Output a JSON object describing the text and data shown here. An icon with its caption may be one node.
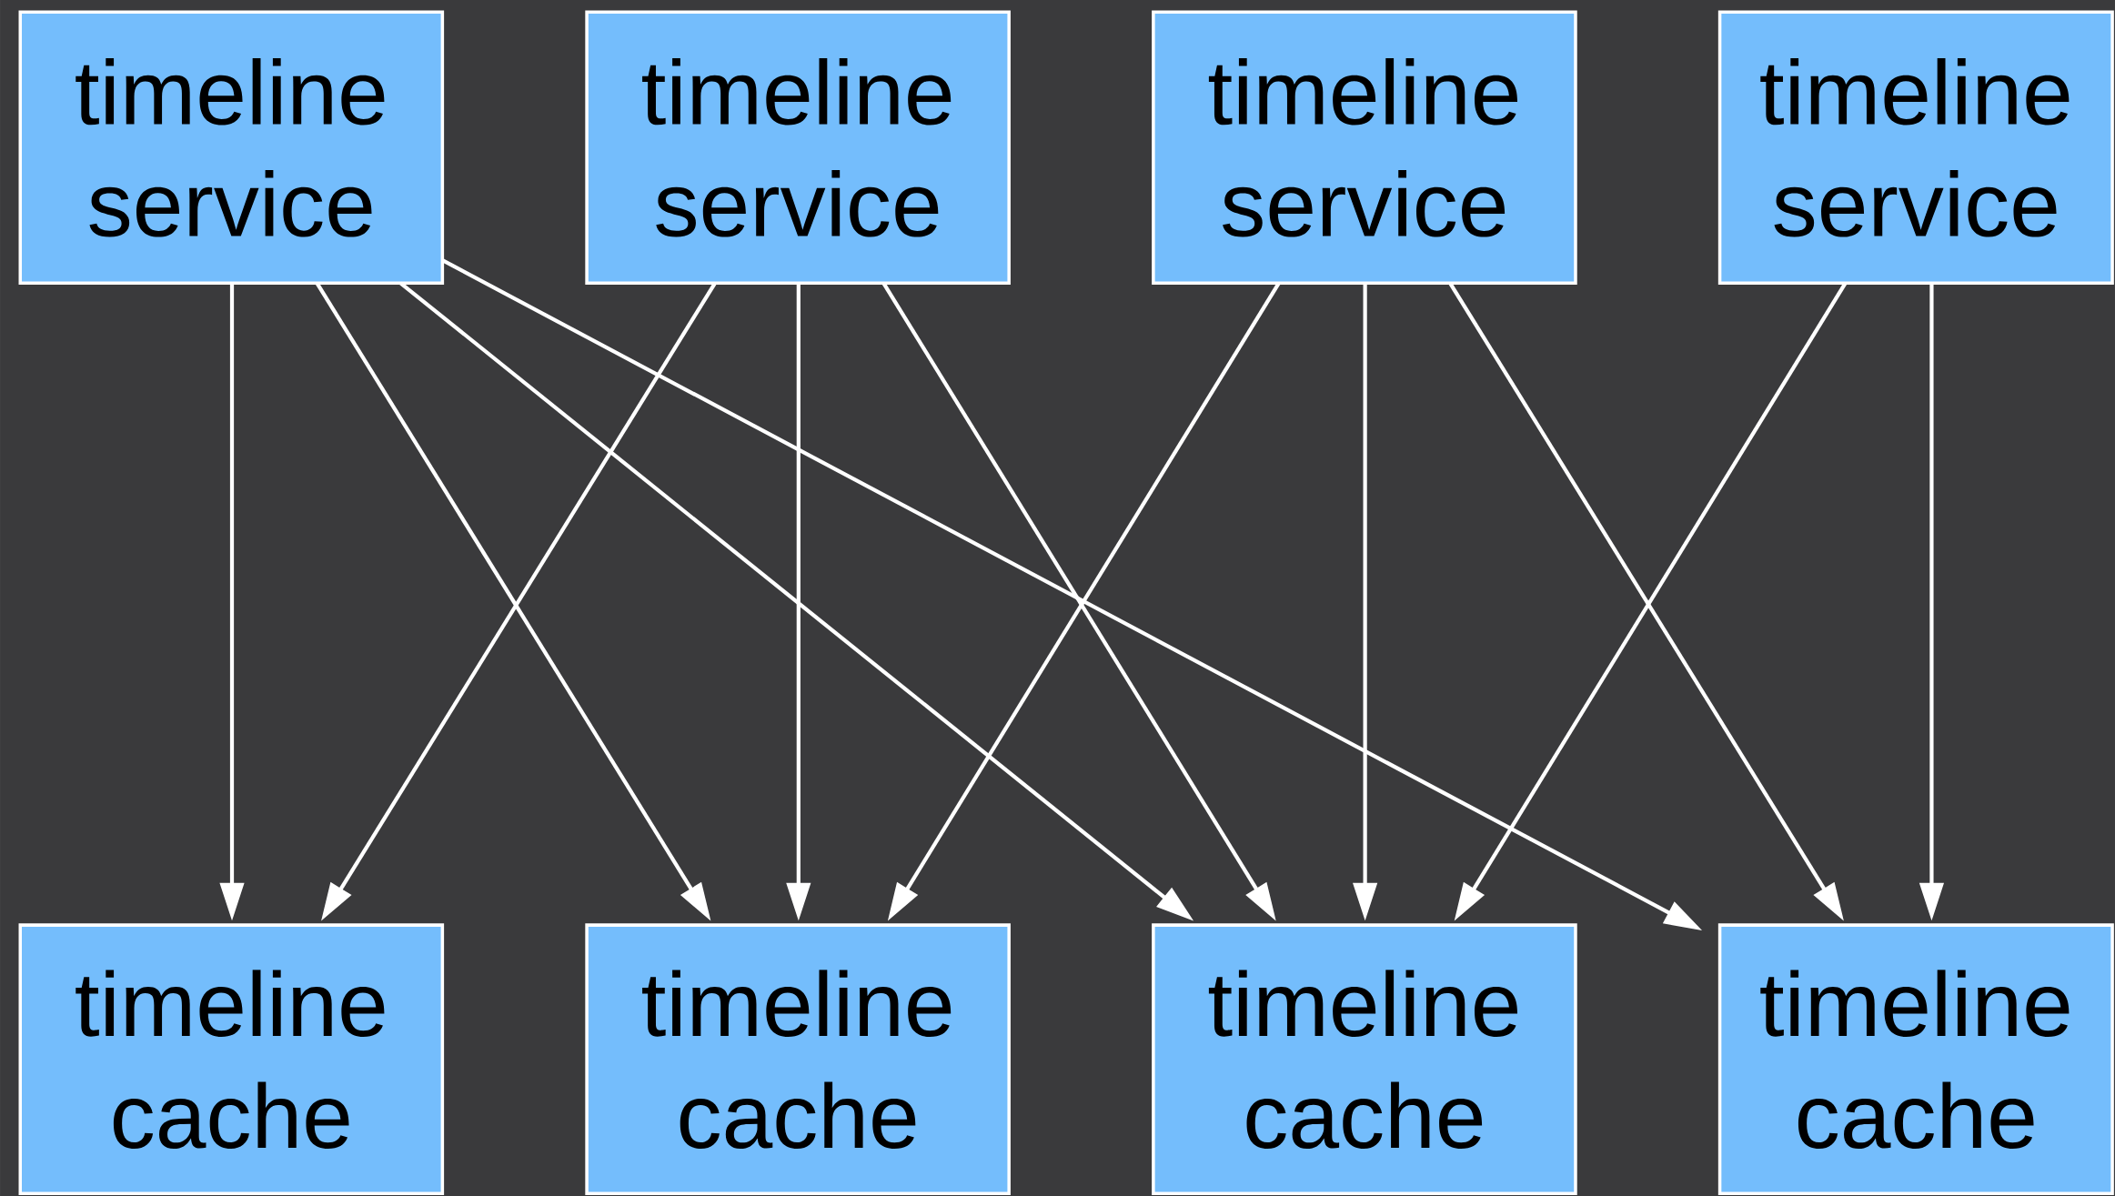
{
  "diagram": {
    "nodes": [
      {
        "text": [
          "timeline service"
        ]
      },
      {
        "text": [
          "timeline service"
        ]
      },
      {
        "text": [
          "timeline service"
        ]
      },
      {
        "text": [
          "timeline service"
        ]
      },
      {
        "text": [
          "timeline cache"
        ]
      },
      {
        "text": [
          "timeline cache"
        ]
      },
      {
        "text": [
          "timeline cache"
        ]
      },
      {
        "text": [
          "timeline cache"
        ]
      }
    ],
    "edges": [
      {
        "from": 0,
        "to": 4,
        "arrow": "to"
      },
      {
        "from": 0,
        "to": 5,
        "arrow": "to"
      },
      {
        "from": 0,
        "to": 6,
        "arrow": "to"
      },
      {
        "from": 0,
        "to": 7,
        "arrow": "to"
      },
      {
        "from": 1,
        "to": 4,
        "arrow": "to"
      },
      {
        "from": 1,
        "to": 5,
        "arrow": "to"
      },
      {
        "from": 1,
        "to": 6,
        "arrow": "to"
      },
      {
        "from": 2,
        "to": 5,
        "arrow": "to"
      },
      {
        "from": 2,
        "to": 6,
        "arrow": "to"
      },
      {
        "from": 2,
        "to": 7,
        "arrow": "to"
      },
      {
        "from": 3,
        "to": 6,
        "arrow": "to"
      },
      {
        "from": 3,
        "to": 7,
        "arrow": "to"
      }
    ]
  }
}
